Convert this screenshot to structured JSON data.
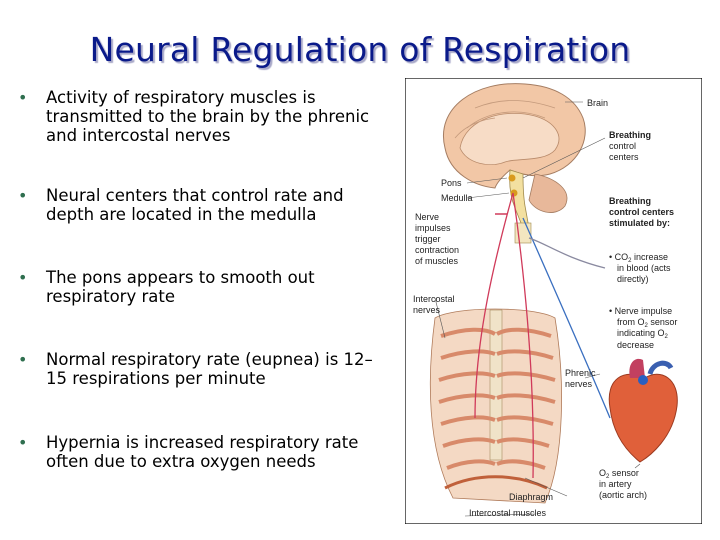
{
  "title": "Neural Regulation of Respiration",
  "bullets": [
    "Activity of respiratory muscles is transmitted to the brain by the phrenic and intercostal nerves",
    "Neural centers that control rate and depth are located in the medulla",
    "The pons appears to smooth out respiratory rate",
    "Normal respiratory rate (eupnea) is 12–15 respirations per minute",
    "Hypernia is increased respiratory rate often due to extra oxygen needs"
  ],
  "figure": {
    "brain": "Brain",
    "breathing_centers": [
      "Breathing",
      "control",
      "centers"
    ],
    "pons": "Pons",
    "medulla": "Medulla",
    "nerve_impulses": [
      "Nerve",
      "impulses",
      "trigger",
      "contraction",
      "of muscles"
    ],
    "stimulated_by": [
      "Breathing",
      "control centers",
      "stimulated by:"
    ],
    "co2": [
      "• CO",
      "2",
      " increase",
      "in blood (acts",
      "directly)"
    ],
    "nerve_impulse": [
      "• Nerve impulse",
      "from O",
      "2",
      " sensor",
      "indicating O",
      "2",
      "decrease"
    ],
    "intercostal_nerves": [
      "Intercostal",
      "nerves"
    ],
    "phrenic": [
      "Phrenic",
      "nerves"
    ],
    "o2_sensor": [
      "O",
      "2",
      " sensor",
      "in artery",
      "(aortic arch)"
    ],
    "diaphragm": "Diaphragm",
    "intercostal_muscles": "Intercostal muscles"
  }
}
